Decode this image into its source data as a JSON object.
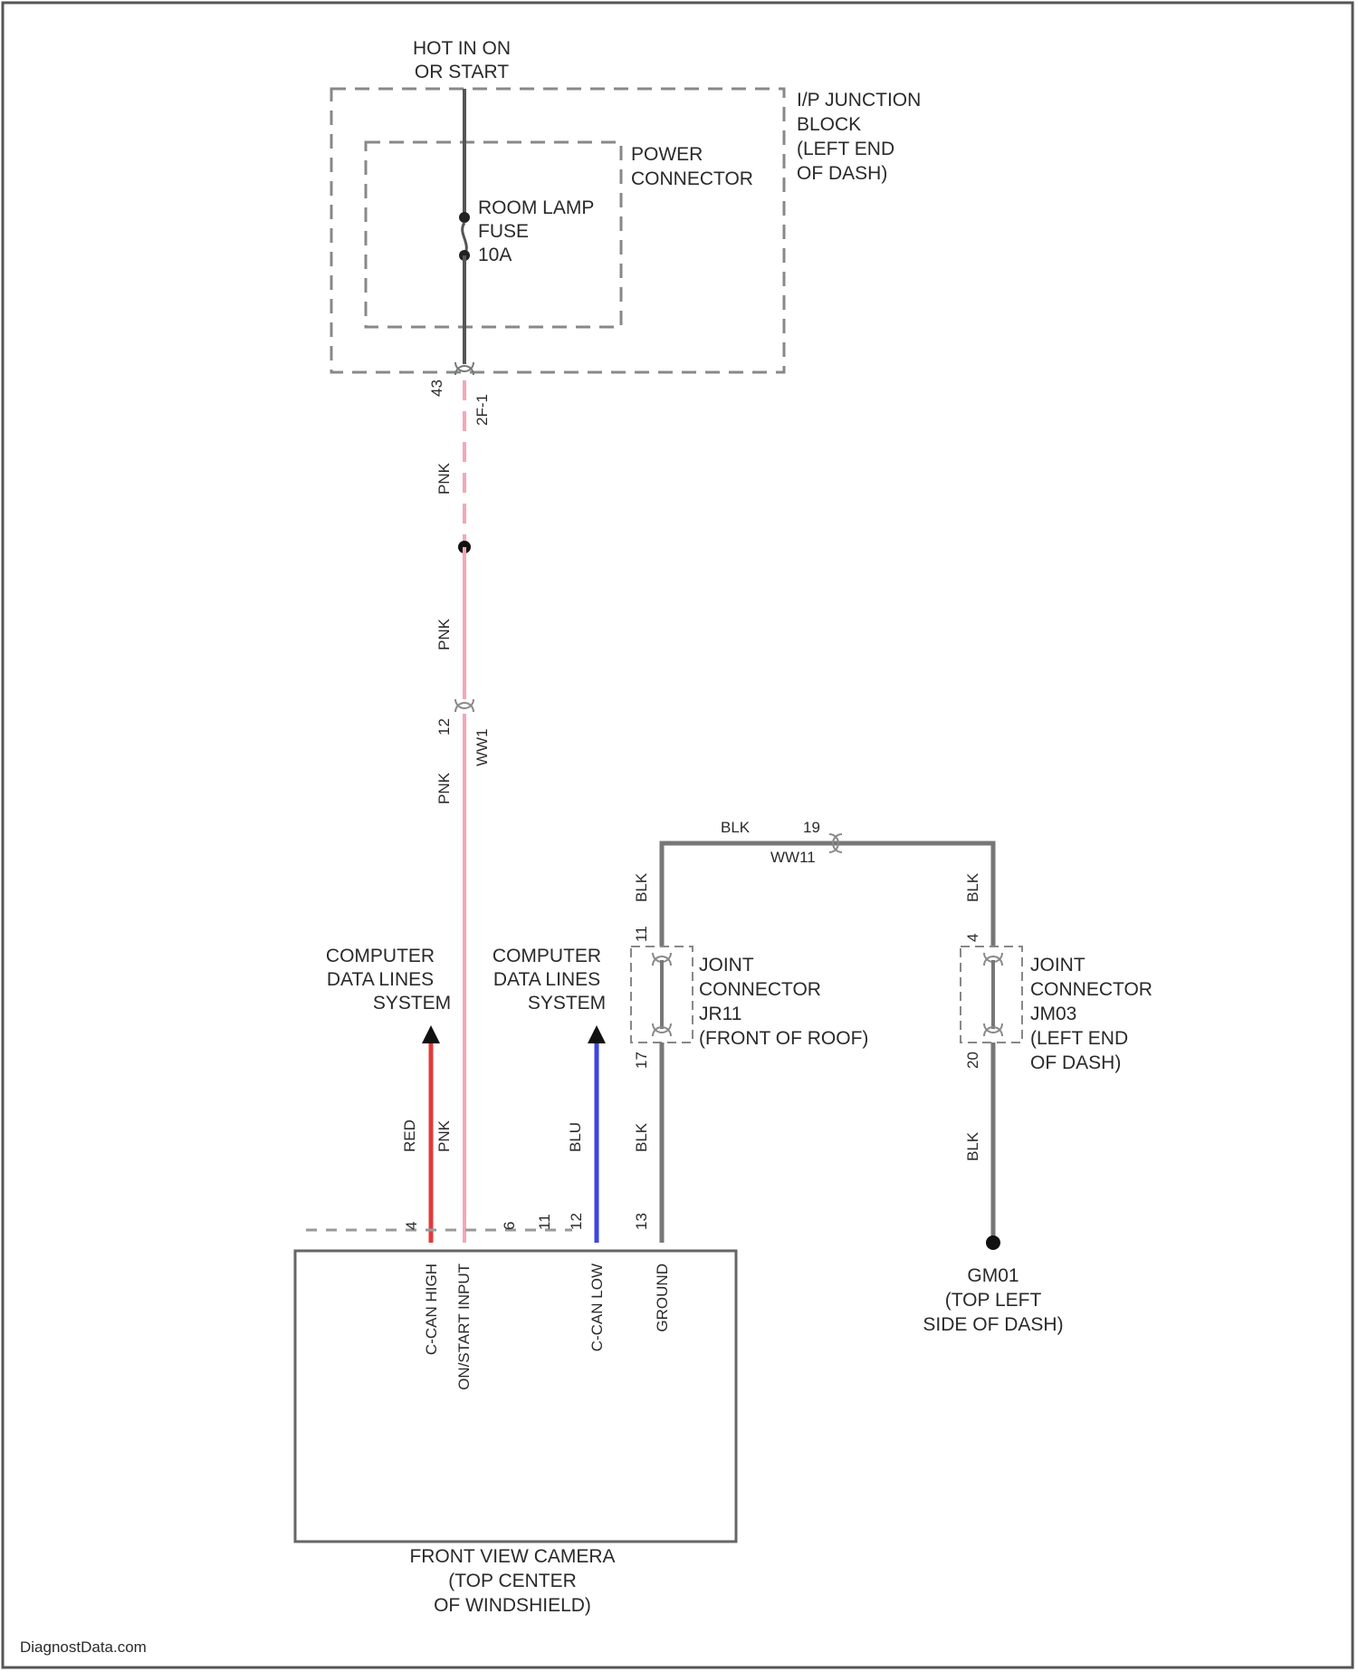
{
  "diagram": {
    "power_source": [
      "HOT IN ON",
      "OR START"
    ],
    "junction_block": [
      "I/P JUNCTION",
      "BLOCK",
      "(LEFT END",
      "OF DASH)"
    ],
    "power_connector": [
      "POWER",
      "CONNECTOR"
    ],
    "fuse": [
      "ROOM LAMP",
      "FUSE",
      "10A"
    ],
    "pins": {
      "jb_out_pin": "43",
      "jb_out_conn": "2F-1",
      "ww1_pin": "12",
      "ww1_conn": "WW1",
      "ww11_pin": "19",
      "ww11_conn": "WW11",
      "jr11_top": "11",
      "jr11_bottom": "17",
      "jm3_top": "4",
      "jm3_bottom": "20",
      "cam_pins": [
        "4",
        "6",
        "11",
        "12",
        "13"
      ]
    },
    "wire_colors": {
      "pnk": "PNK",
      "blk": "BLK",
      "red": "RED",
      "blu": "BLU"
    },
    "data_lines_left": [
      "COMPUTER",
      "DATA LINES",
      "SYSTEM"
    ],
    "data_lines_right": [
      "COMPUTER",
      "DATA LINES",
      "SYSTEM"
    ],
    "joint_jr11": [
      "JOINT",
      "CONNECTOR",
      "JR11",
      "(FRONT OF ROOF)"
    ],
    "joint_jm3": [
      "JOINT",
      "CONNECTOR",
      "JM03",
      "(LEFT END",
      "OF DASH)"
    ],
    "ground": [
      "GM01",
      "(TOP LEFT",
      "SIDE OF DASH)"
    ],
    "camera_pin_labels": [
      "C-CAN HIGH",
      "ON/START INPUT",
      "C-CAN LOW",
      "GROUND"
    ],
    "camera_title": [
      "FRONT VIEW CAMERA",
      "(TOP CENTER",
      "OF WINDSHIELD)"
    ],
    "watermark": "DiagnostData.com"
  },
  "colors": {
    "pink_wire": "#f4a6b6",
    "red_wire": "#e23b3b",
    "blue_wire": "#3b46e2",
    "black_wire": "#555555",
    "line": "#444444"
  }
}
